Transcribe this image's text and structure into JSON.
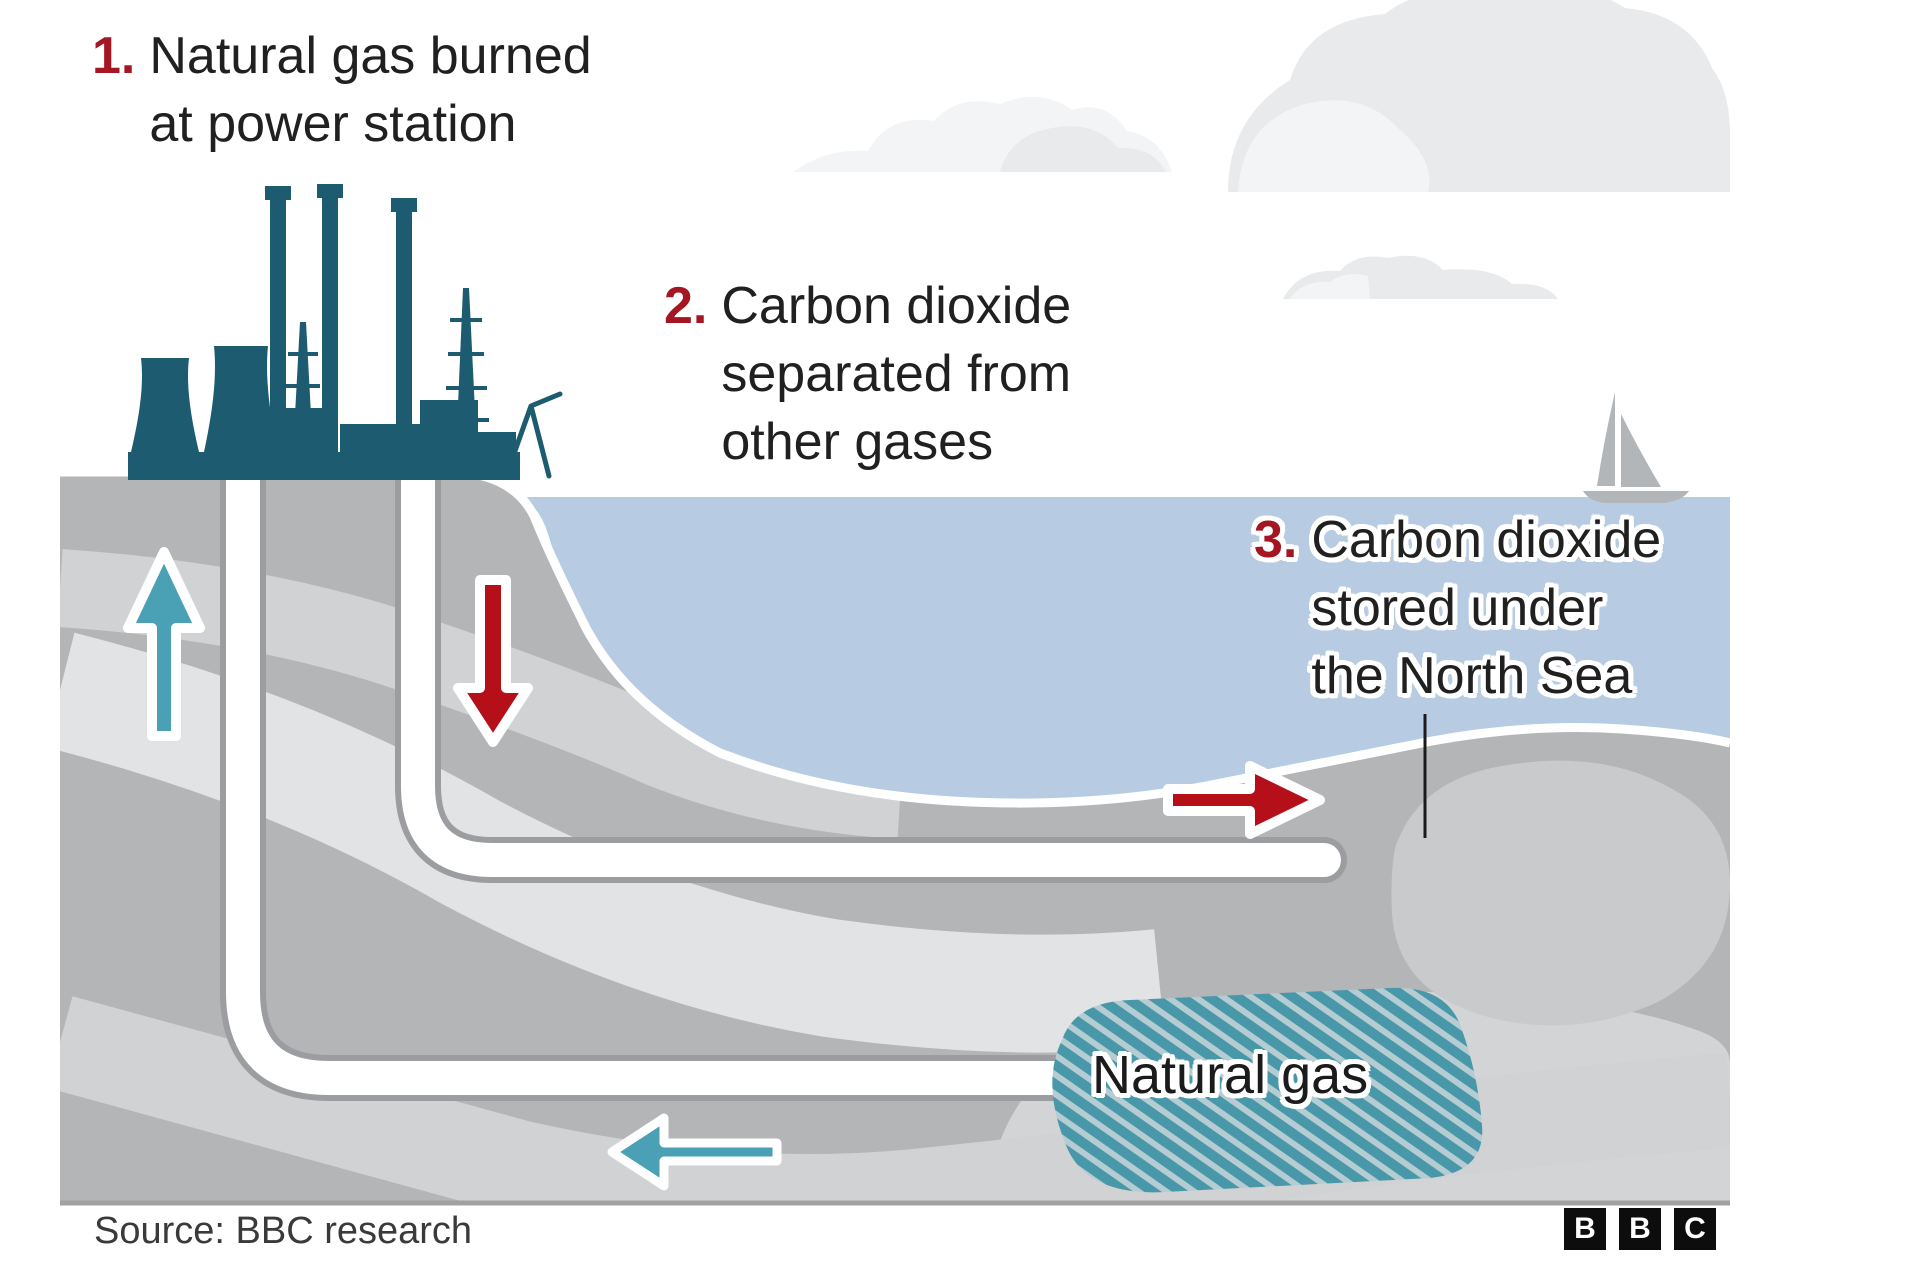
{
  "steps": [
    {
      "number": "1.",
      "text": "Natural gas burned\nat power station"
    },
    {
      "number": "2.",
      "text": "Carbon dioxide\nseparated from\nother gases"
    },
    {
      "number": "3.",
      "text": "Carbon dioxide\nstored under\nthe North Sea"
    }
  ],
  "reservoir_label": "Natural gas",
  "source": "Source: BBC research",
  "logo_letters": [
    "B",
    "B",
    "C"
  ],
  "colors": {
    "step_number": "#a31622",
    "text": "#202020",
    "station_teal": "#1d5b71",
    "sea_blue": "#b7cbe3",
    "ground_gray": "#b3b5b7",
    "ground_band_light": "#d0d2d3",
    "ground_band_lighter": "#e2e3e4",
    "ground_light_region": "#d2d4d5",
    "storage_blob_gray": "#c8cacc",
    "cloud_gray": "#e8eaeb",
    "cloud_light": "#f3f4f5",
    "arrow_red": "#b5101a",
    "arrow_teal": "#4aa0b5",
    "pipe_border": "#9b9da0",
    "pipe_fill": "#ffffff",
    "hatch_teal": "#4898a9",
    "hatch_gap": "#b6ccd3",
    "boat_gray": "#b2b6b8",
    "pointer_black": "#1b1b1b",
    "logo_black": "#0d0d0d"
  }
}
